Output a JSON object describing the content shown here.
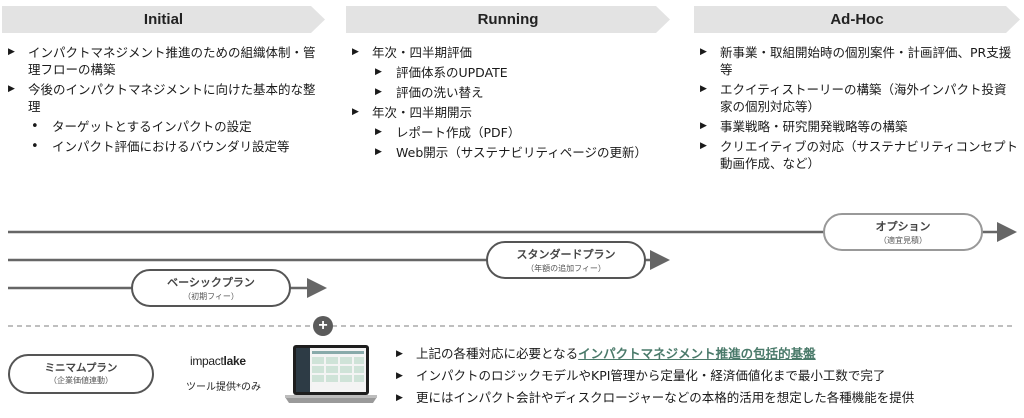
{
  "phases": [
    {
      "title": "Initial",
      "items": [
        {
          "level": 0,
          "bullet": "▶",
          "text": "インパクトマネジメント推進のための組織体制・管理フローの構築"
        },
        {
          "level": 0,
          "bullet": "▶",
          "text": "今後のインパクトマネジメントに向けた基本的な整理"
        },
        {
          "level": 1,
          "bullet": "•",
          "text": "ターゲットとするインパクトの設定"
        },
        {
          "level": 1,
          "bullet": "•",
          "text": "インパクト評価におけるバウンダリ設定等"
        }
      ]
    },
    {
      "title": "Running",
      "items": [
        {
          "level": 0,
          "bullet": "▶",
          "text": "年次・四半期評価"
        },
        {
          "level": 1,
          "bullet": "▶",
          "text": "評価体系のUPDATE"
        },
        {
          "level": 1,
          "bullet": "▶",
          "text": "評価の洗い替え"
        },
        {
          "level": 0,
          "bullet": "▶",
          "text": "年次・四半期開示"
        },
        {
          "level": 1,
          "bullet": "▶",
          "text": "レポート作成（PDF）"
        },
        {
          "level": 1,
          "bullet": "▶",
          "text": "Web開示（サステナビリティページの更新）"
        }
      ]
    },
    {
      "title": "Ad-Hoc",
      "items": [
        {
          "level": 0,
          "bullet": "▶",
          "text": "新事業・取組開始時の個別案件・計画評価、PR支援等"
        },
        {
          "level": 0,
          "bullet": "▶",
          "text": "エクイティストーリーの構築（海外インパクト投資家の個別対応等）"
        },
        {
          "level": 0,
          "bullet": "▶",
          "text": "事業戦略・研究開発戦略等の構築"
        },
        {
          "level": 0,
          "bullet": "▶",
          "text": "クリエイティブの対応（サステナビリティコンセプト動画作成、など）"
        }
      ]
    }
  ],
  "plans": [
    {
      "name": "オプション",
      "note": "（適宜見積）"
    },
    {
      "name": "スタンダードプラン",
      "note": "（年額の追加フィー）"
    },
    {
      "name": "ベーシックプラン",
      "note": "（初期フィー）"
    }
  ],
  "plus_symbol": "+",
  "minimum_plan": {
    "name": "ミニマムプラン",
    "note": "（企業価値連動）"
  },
  "tool": {
    "logo_a": "impact",
    "logo_b": "lake",
    "caption": "ツール提供*のみ"
  },
  "features": {
    "bullet": "▶",
    "line1_pre": "上記の各種対応に必要となる",
    "line1_hl": "インパクトマネジメント推進の包括的基盤",
    "line2": "インパクトのロジックモデルやKPI管理から定量化・経済価値化まで最小工数で完了",
    "line3": "更にはインパクト会計やディスクロージャーなどの本格的活用を想定した各種機能を提供"
  },
  "colors": {
    "phase_bg": "#e3e3e3",
    "line": "#666666",
    "accent": "#4a7a6a"
  }
}
